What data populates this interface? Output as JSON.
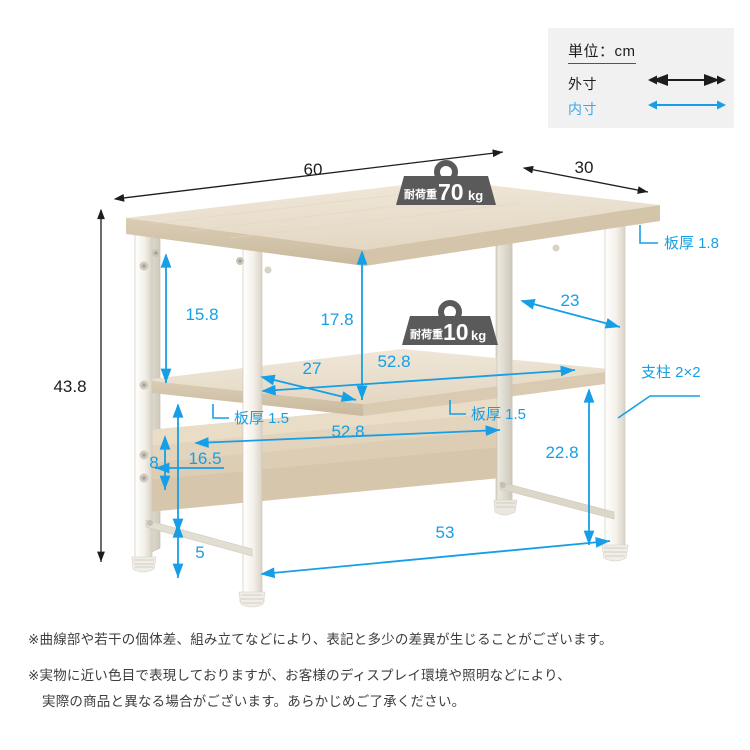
{
  "legend": {
    "title": "単位：cm",
    "outer_label": "外寸",
    "inner_label": "内寸",
    "outer_color": "#1d1d1d",
    "inner_color": "#169fe6",
    "box_color": "#f1f1f1"
  },
  "badges": [
    {
      "name": "top-load-badge",
      "prefix": "耐荷重",
      "value": "70",
      "unit": "kg"
    },
    {
      "name": "shelf-load-badge",
      "prefix": "耐荷重",
      "value": "10",
      "unit": "kg"
    }
  ],
  "dimensions": {
    "width_outer": "60",
    "depth_outer": "30",
    "height_outer": "43.8",
    "top_to_shelf_left": "15.8",
    "top_to_shelf_center": "17.8",
    "shelf_depth_inner": "27",
    "shelf_width_inner_upper": "52.8",
    "shelf_width_inner_lower": "52.8",
    "right_inner_depth": "23",
    "lower_gap_height": "16.5",
    "lower_board_height": "8",
    "foot_clearance": "5",
    "leg_inner_height": "22.8",
    "leg_inner_width": "53"
  },
  "part_labels": {
    "top_thickness": "板厚 1.8",
    "shelf_thickness_left": "板厚 1.5",
    "shelf_thickness_right": "板厚 1.5",
    "post": "支柱 2×2"
  },
  "notes": {
    "note1": "※曲線部や若干の個体差、組み立てなどにより、表記と多少の差異が生じることがございます。",
    "note2": "※実物に近い色目で表現しておりますが、お客様のディスプレイ環境や照明などにより、",
    "note3": "実際の商品と異なる場合がございます。あらかじめご了承ください。"
  },
  "colors": {
    "accent_blue": "#169fe6",
    "dim_black": "#1d1d1d",
    "wood_top": "#ece2d2",
    "wood_edge": "#cbbda4",
    "frame_white": "#f6f4ef",
    "frame_shade": "#ded8cb",
    "badge_gray": "#5a5a5a"
  }
}
